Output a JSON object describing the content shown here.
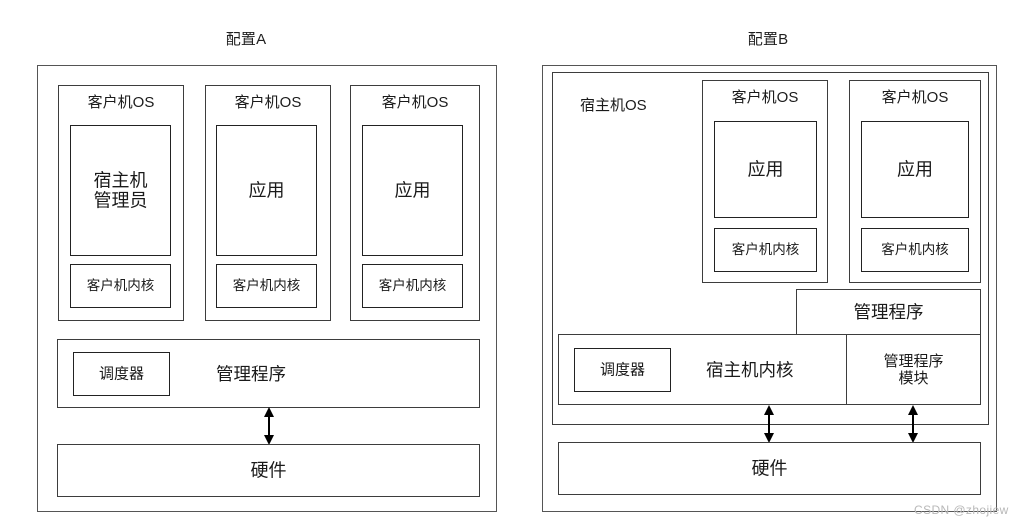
{
  "diagram": {
    "watermark": "CSDN @zhojiew",
    "panels": [
      {
        "id": "config-a",
        "title": "配置A",
        "vms": [
          {
            "os_label": "客户机OS",
            "app_label": "宿主机\n管理员",
            "kernel_label": "客户机内核"
          },
          {
            "os_label": "客户机OS",
            "app_label": "应用",
            "kernel_label": "客户机内核"
          },
          {
            "os_label": "客户机OS",
            "app_label": "应用",
            "kernel_label": "客户机内核"
          }
        ],
        "hypervisor_label": "管理程序",
        "scheduler_label": "调度器",
        "hardware_label": "硬件"
      },
      {
        "id": "config-b",
        "title": "配置B",
        "host_os_label": "宿主机OS",
        "vms": [
          {
            "os_label": "客户机OS",
            "app_label": "应用",
            "kernel_label": "客户机内核"
          },
          {
            "os_label": "客户机OS",
            "app_label": "应用",
            "kernel_label": "客户机内核"
          }
        ],
        "hypervisor_label": "管理程序",
        "hypervisor_module_label": "管理程序\n模块",
        "scheduler_label": "调度器",
        "host_kernel_label": "宿主机内核",
        "hardware_label": "硬件"
      }
    ]
  }
}
